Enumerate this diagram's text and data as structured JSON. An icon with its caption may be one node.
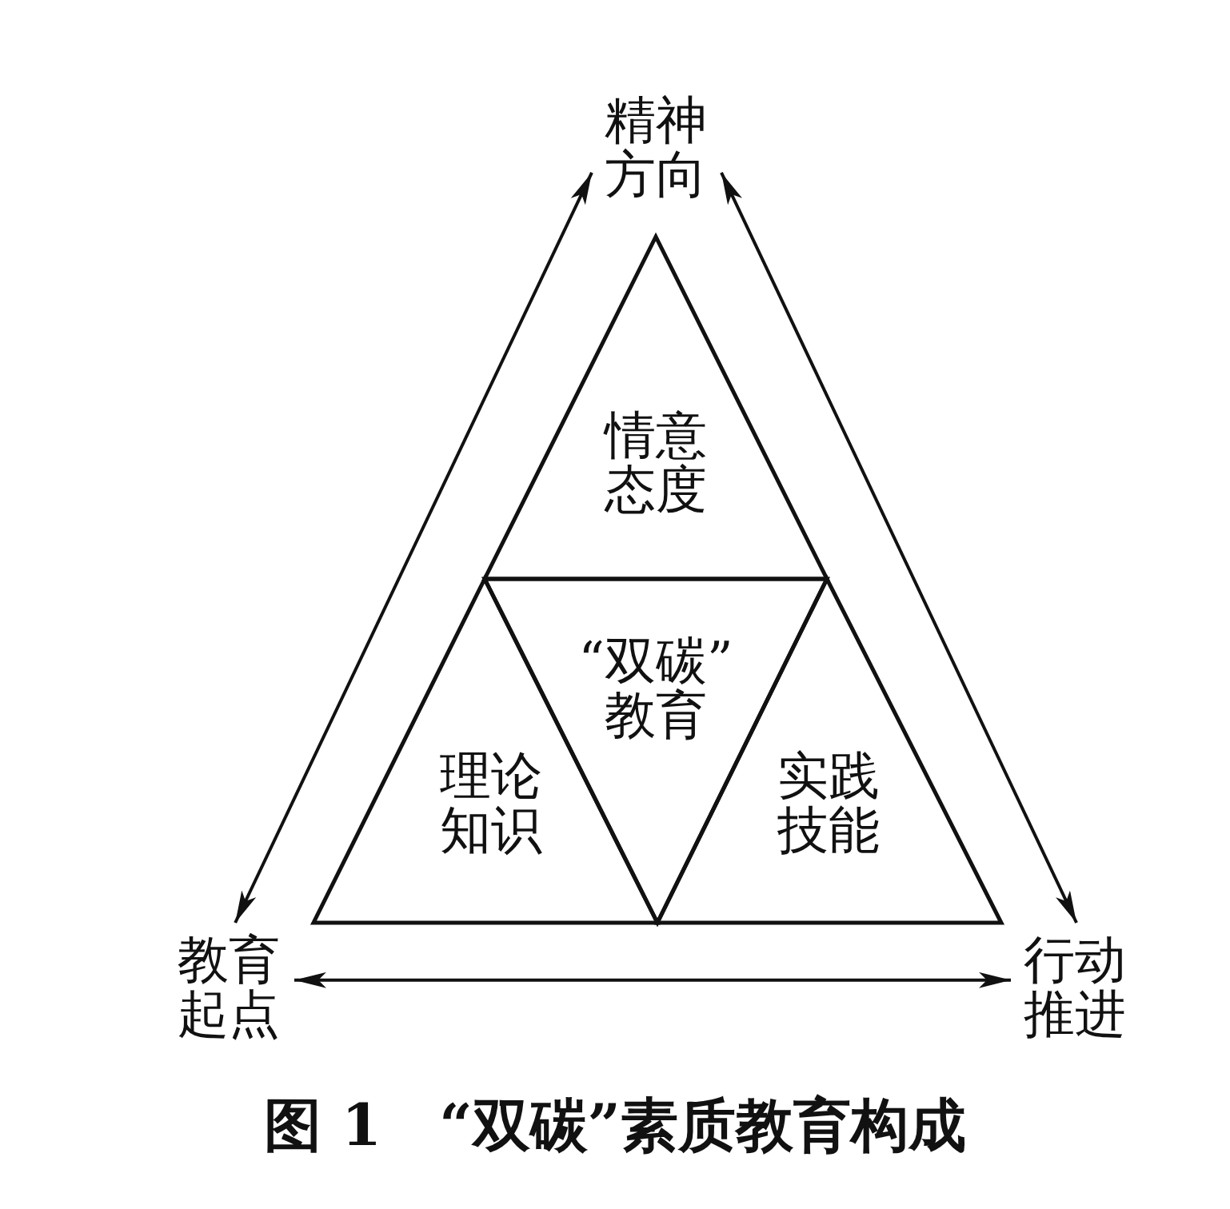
{
  "diagram": {
    "caption": "图 1　“双碳”素质教育构成",
    "nodes": [
      {
        "text": [
          "精神方向"
        ]
      },
      {
        "text": [
          "情意态度"
        ]
      },
      {
        "text": [
          "“双碳”教育"
        ]
      },
      {
        "text": [
          "理论知识"
        ]
      },
      {
        "text": [
          "实践技能"
        ]
      },
      {
        "text": [
          "教育起点"
        ]
      },
      {
        "text": [
          "行动推进"
        ]
      }
    ],
    "edges": [
      {
        "from": 5,
        "to": 0,
        "arrow": "both"
      },
      {
        "from": 0,
        "to": 6,
        "arrow": "both"
      },
      {
        "from": 5,
        "to": 6,
        "arrow": "both"
      }
    ]
  }
}
